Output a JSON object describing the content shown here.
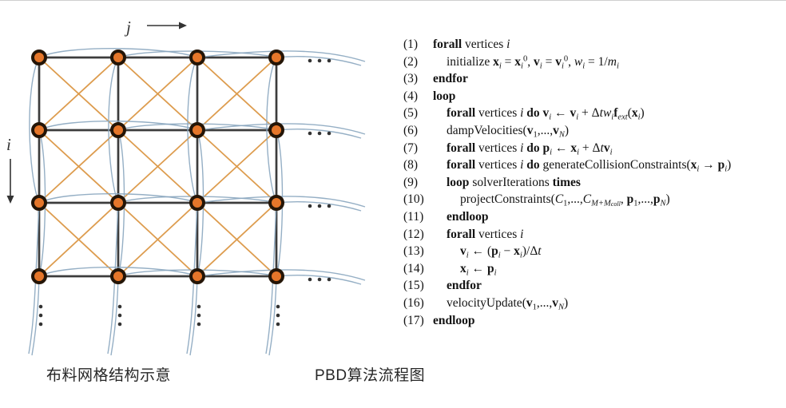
{
  "figure_left": {
    "caption": "布料网格结构示意",
    "mesh": {
      "rows": 4,
      "cols": 4,
      "j_axis_label": "j",
      "i_axis_label": "i",
      "row_ellipsis": "...",
      "col_ellipsis": "⋮",
      "colors": {
        "structural": "#3c3c3c",
        "shear": "#dd9c4e",
        "bending": "#8aa6bf",
        "node_fill": "#e5762a",
        "node_stroke": "#241507",
        "arrow": "#333333",
        "dots": "#333333"
      }
    }
  },
  "figure_right": {
    "caption": "PBD算法流程图",
    "algorithm": {
      "lines": [
        {
          "n": "(1)",
          "indent": 0,
          "seg": [
            [
              "forall ",
              "b"
            ],
            [
              "vertices ",
              ""
            ],
            [
              "i",
              "i"
            ]
          ]
        },
        {
          "n": "(2)",
          "indent": 1,
          "seg": [
            [
              "initialize ",
              ""
            ],
            [
              "x",
              "b"
            ],
            [
              "i",
              "sub i"
            ],
            [
              " = ",
              ""
            ],
            [
              "x",
              "b"
            ],
            [
              "i",
              "sub i"
            ],
            [
              "0",
              "sup"
            ],
            [
              ", ",
              ""
            ],
            [
              "v",
              "b"
            ],
            [
              "i",
              "sub i"
            ],
            [
              " = ",
              ""
            ],
            [
              "v",
              "b"
            ],
            [
              "i",
              "sub i"
            ],
            [
              "0",
              "sup"
            ],
            [
              ", ",
              ""
            ],
            [
              "w",
              "i"
            ],
            [
              "i",
              "sub i"
            ],
            [
              " = 1/",
              ""
            ],
            [
              "m",
              "i"
            ],
            [
              "i",
              "sub i"
            ]
          ]
        },
        {
          "n": "(3)",
          "indent": 0,
          "seg": [
            [
              "endfor",
              "b"
            ]
          ]
        },
        {
          "n": "(4)",
          "indent": 0,
          "seg": [
            [
              "loop",
              "b"
            ]
          ]
        },
        {
          "n": "(5)",
          "indent": 1,
          "seg": [
            [
              "forall ",
              "b"
            ],
            [
              "vertices ",
              ""
            ],
            [
              "i ",
              "i"
            ],
            [
              "do ",
              "b"
            ],
            [
              "v",
              "b"
            ],
            [
              "i",
              "sub i"
            ],
            [
              " ← ",
              ""
            ],
            [
              "v",
              "b"
            ],
            [
              "i",
              "sub i"
            ],
            [
              " + Δ",
              ""
            ],
            [
              "t",
              "i"
            ],
            [
              "w",
              "i"
            ],
            [
              "i",
              "sub i"
            ],
            [
              "f",
              "b"
            ],
            [
              "ext",
              "sub i"
            ],
            [
              "(",
              ""
            ],
            [
              "x",
              "b"
            ],
            [
              "i",
              "sub i"
            ],
            [
              ")",
              ""
            ]
          ]
        },
        {
          "n": "(6)",
          "indent": 1,
          "seg": [
            [
              "dampVelocities(",
              ""
            ],
            [
              "v",
              "b"
            ],
            [
              "1",
              "sub"
            ],
            [
              ",...,",
              ""
            ],
            [
              "v",
              "b"
            ],
            [
              "N",
              "sub i"
            ],
            [
              ")",
              ""
            ]
          ]
        },
        {
          "n": "(7)",
          "indent": 1,
          "seg": [
            [
              "forall ",
              "b"
            ],
            [
              "vertices ",
              ""
            ],
            [
              "i ",
              "i"
            ],
            [
              "do ",
              "b"
            ],
            [
              "p",
              "b"
            ],
            [
              "i",
              "sub i"
            ],
            [
              " ← ",
              ""
            ],
            [
              "x",
              "b"
            ],
            [
              "i",
              "sub i"
            ],
            [
              " + Δ",
              ""
            ],
            [
              "t",
              "i"
            ],
            [
              "v",
              "b"
            ],
            [
              "i",
              "sub i"
            ]
          ]
        },
        {
          "n": "(8)",
          "indent": 1,
          "seg": [
            [
              "forall ",
              "b"
            ],
            [
              "vertices ",
              ""
            ],
            [
              "i ",
              "i"
            ],
            [
              "do ",
              "b"
            ],
            [
              "generateCollisionConstraints(",
              ""
            ],
            [
              "x",
              "b"
            ],
            [
              "i",
              "sub i"
            ],
            [
              " → ",
              ""
            ],
            [
              "p",
              "b"
            ],
            [
              "i",
              "sub i"
            ],
            [
              ")",
              ""
            ]
          ]
        },
        {
          "n": "(9)",
          "indent": 1,
          "seg": [
            [
              "loop ",
              "b"
            ],
            [
              "solverIterations ",
              ""
            ],
            [
              "times",
              "b"
            ]
          ]
        },
        {
          "n": "(10)",
          "indent": 2,
          "seg": [
            [
              "projectConstraints(",
              ""
            ],
            [
              "C",
              "i"
            ],
            [
              "1",
              "sub"
            ],
            [
              ",...,",
              ""
            ],
            [
              "C",
              "i"
            ],
            [
              "M+M",
              "sub i"
            ],
            [
              "coll",
              "ss i"
            ],
            [
              ", ",
              ""
            ],
            [
              "p",
              "b"
            ],
            [
              "1",
              "sub"
            ],
            [
              ",...,",
              ""
            ],
            [
              "p",
              "b"
            ],
            [
              "N",
              "sub i"
            ],
            [
              ")",
              ""
            ]
          ]
        },
        {
          "n": "(11)",
          "indent": 1,
          "seg": [
            [
              "endloop",
              "b"
            ]
          ]
        },
        {
          "n": "(12)",
          "indent": 1,
          "seg": [
            [
              "forall ",
              "b"
            ],
            [
              "vertices ",
              ""
            ],
            [
              "i",
              "i"
            ]
          ]
        },
        {
          "n": "(13)",
          "indent": 2,
          "seg": [
            [
              "v",
              "b"
            ],
            [
              "i",
              "sub i"
            ],
            [
              " ← (",
              ""
            ],
            [
              "p",
              "b"
            ],
            [
              "i",
              "sub i"
            ],
            [
              " − ",
              ""
            ],
            [
              "x",
              "b"
            ],
            [
              "i",
              "sub i"
            ],
            [
              ")/Δ",
              ""
            ],
            [
              "t",
              "i"
            ]
          ]
        },
        {
          "n": "(14)",
          "indent": 2,
          "seg": [
            [
              "x",
              "b"
            ],
            [
              "i",
              "sub i"
            ],
            [
              " ← ",
              ""
            ],
            [
              "p",
              "b"
            ],
            [
              "i",
              "sub i"
            ]
          ]
        },
        {
          "n": "(15)",
          "indent": 1,
          "seg": [
            [
              "endfor",
              "b"
            ]
          ]
        },
        {
          "n": "(16)",
          "indent": 1,
          "seg": [
            [
              "velocityUpdate(",
              ""
            ],
            [
              "v",
              "b"
            ],
            [
              "1",
              "sub"
            ],
            [
              ",...,",
              ""
            ],
            [
              "v",
              "b"
            ],
            [
              "N",
              "sub i"
            ],
            [
              ")",
              ""
            ]
          ]
        },
        {
          "n": "(17)",
          "indent": 0,
          "seg": [
            [
              "endloop",
              "b"
            ]
          ]
        }
      ]
    }
  }
}
